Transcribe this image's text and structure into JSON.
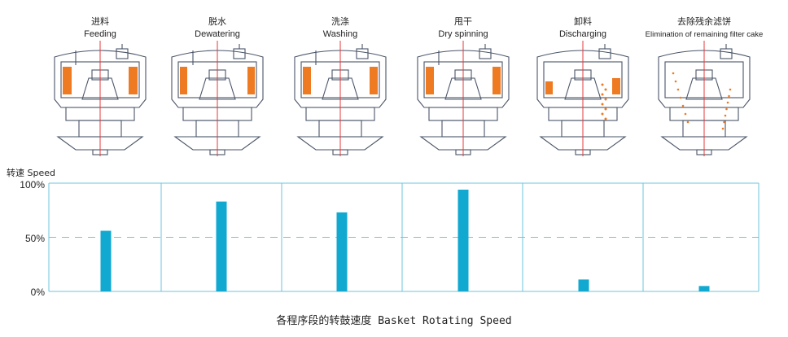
{
  "stages": [
    {
      "cn": "进料",
      "en": "Feeding"
    },
    {
      "cn": "脱水",
      "en": "Dewatering"
    },
    {
      "cn": "洗涤",
      "en": "Washing"
    },
    {
      "cn": "甩干",
      "en": "Dry spinning"
    },
    {
      "cn": "卸料",
      "en": "Discharging"
    },
    {
      "cn": "去除残余滤饼",
      "en": "Elimination of remaining filter cake"
    }
  ],
  "chart_data": {
    "type": "bar",
    "categories": [
      "Feeding",
      "Dewatering",
      "Washing",
      "Dry spinning",
      "Discharging",
      "Elimination of remaining filter cake"
    ],
    "values": [
      56,
      83,
      73,
      94,
      11,
      5
    ],
    "ylabel": "转速 Speed",
    "yticks": [
      "100%",
      "50%",
      "0%"
    ],
    "ylim": [
      0,
      100
    ],
    "reference_line": 50,
    "caption": "各程序段的转鼓速度 Basket Rotating Speed",
    "colors": {
      "bar": "#12a9d1",
      "frame": "#6cc4dd",
      "ref_line": "#6cc4dd",
      "cake": "#ee7a22",
      "axis_red": "#e33b3b",
      "machine": "#4a5568"
    }
  }
}
